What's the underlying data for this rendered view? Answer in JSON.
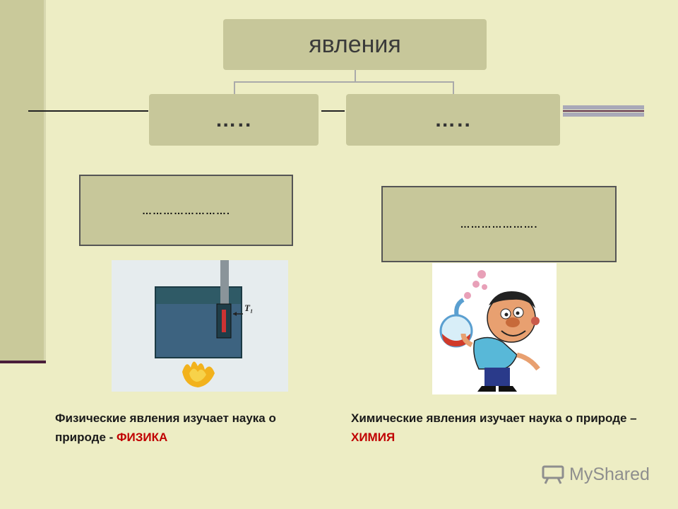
{
  "title": "явления",
  "branches": [
    {
      "label": "….."
    },
    {
      "label": "….."
    }
  ],
  "answer_boxes": [
    {
      "text": "……………………."
    },
    {
      "text": "…………………."
    }
  ],
  "images": [
    {
      "label": "T₁"
    }
  ],
  "captions": {
    "left": {
      "text": "Физические явления изучает наука о природе - ",
      "highlight": "ФИЗИКА"
    },
    "right": {
      "text": "Химические явления изучает наука о природе – ",
      "highlight": "ХИМИЯ"
    }
  },
  "watermark": "MyShared",
  "colors": {
    "background": "#ededc4",
    "box": "#c7c79a",
    "highlight": "#c00000"
  }
}
